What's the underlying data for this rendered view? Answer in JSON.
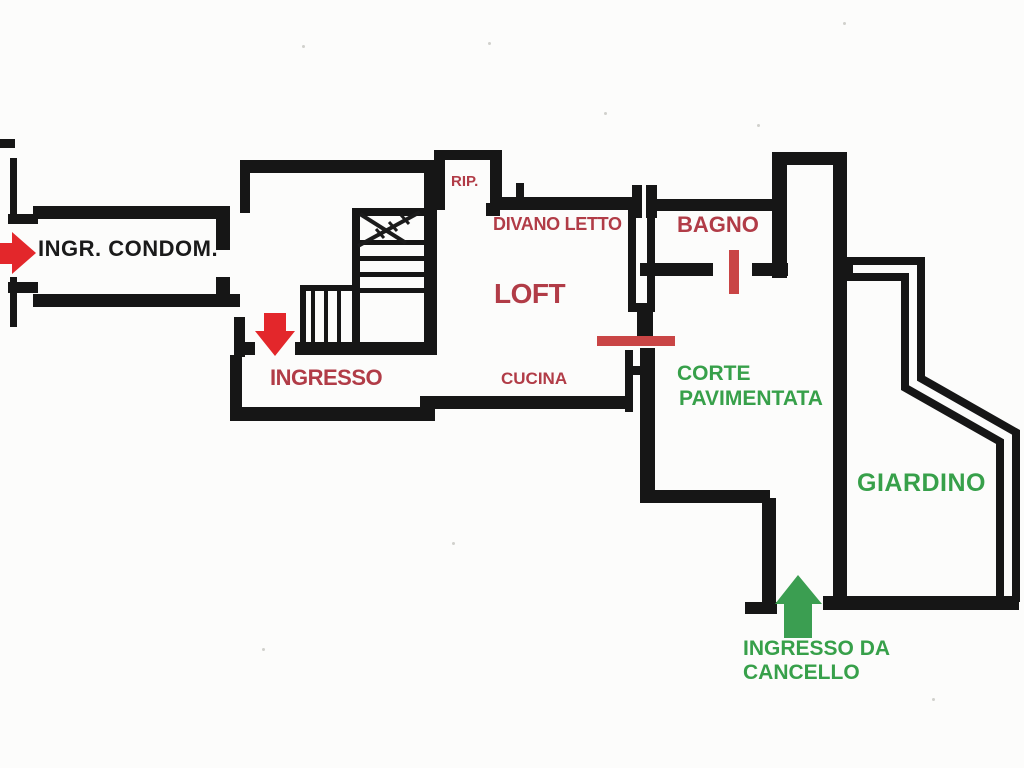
{
  "floor_plan": {
    "rooms": {
      "condo_entrance": "INGR. CONDOM.",
      "storage": "RIP.",
      "sofa_bed": "DIVANO LETTO",
      "bathroom": "BAGNO",
      "loft": "LOFT",
      "entrance": "INGRESSO",
      "kitchen": "CUCINA",
      "paved_court_line1": "CORTE",
      "paved_court_line2": "PAVIMENTATA",
      "garden": "GIARDINO",
      "gate_entrance_line1": "INGRESSO DA",
      "gate_entrance_line2": "CANCELLO"
    },
    "arrows": {
      "condo_entrance_arrow": {
        "direction": "right"
      },
      "apartment_entrance_arrow": {
        "direction": "down"
      },
      "gate_entrance_arrow": {
        "direction": "up"
      }
    },
    "colors": {
      "walls": "#161616",
      "label_black": "#1a1a1a",
      "label_red": "#b13c47",
      "label_green": "#37a04a",
      "arrow_red": "#e3272b",
      "arrow_green": "#3b9e51",
      "door_marker": "#c94545",
      "background": "#fcfcfb"
    }
  }
}
